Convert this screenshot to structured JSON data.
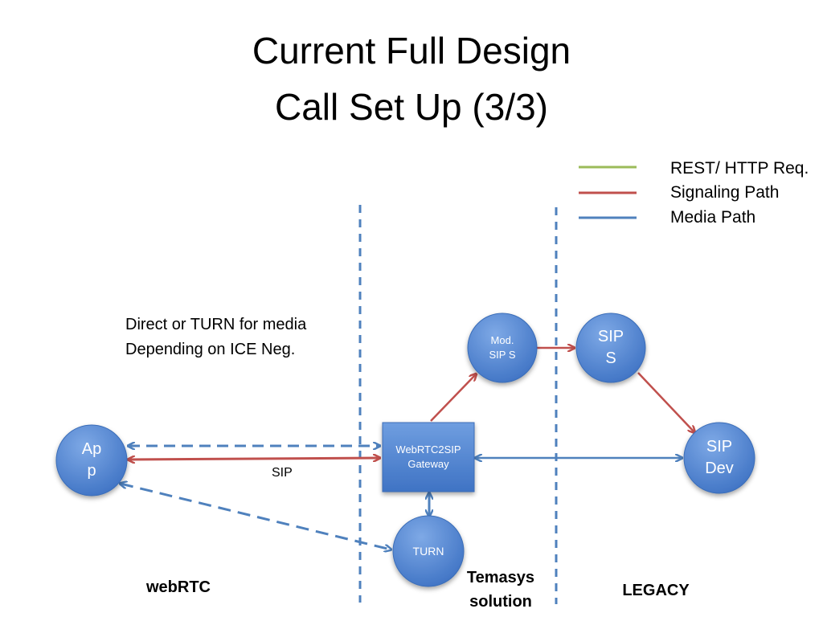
{
  "title": {
    "line1": "Current Full Design",
    "line2": "Call Set Up (3/3)"
  },
  "legend": [
    {
      "label": "REST/ HTTP Req.",
      "color": "#9bbb59"
    },
    {
      "label": "Signaling Path",
      "color": "#c0504d"
    },
    {
      "label": "Media Path",
      "color": "#4f81bd"
    }
  ],
  "note": {
    "line1": "Direct or TURN for media",
    "line2": "Depending on ICE Neg."
  },
  "nodes": {
    "app": {
      "line1": "Ap",
      "line2": "p"
    },
    "gateway": {
      "line1": "WebRTC2SIP",
      "line2": "Gateway"
    },
    "mod_sip": {
      "line1": "Mod.",
      "line2": "SIP S"
    },
    "sip_s": {
      "line1": "SIP",
      "line2": "S"
    },
    "sip_dev": {
      "line1": "SIP",
      "line2": "Dev"
    },
    "turn": {
      "line1": "TURN"
    }
  },
  "edge_labels": {
    "sip": "SIP"
  },
  "zones": {
    "webrtc": "webRTC",
    "temasys_line1": "Temasys",
    "temasys_line2": "solution",
    "legacy": "LEGACY"
  },
  "colors": {
    "node_fill": "#4f81bd",
    "node_fill_light": "#6f9ee0",
    "signaling": "#c0504d",
    "media": "#4f81bd",
    "rest": "#9bbb59",
    "divider": "#4f81bd"
  }
}
